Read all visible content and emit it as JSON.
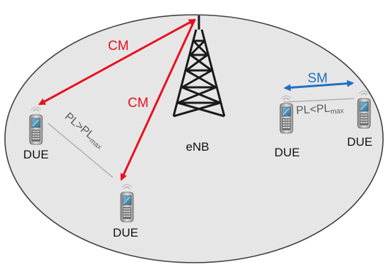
{
  "diagram": {
    "nodes": {
      "enb": {
        "label": "eNB"
      },
      "due_left": {
        "label": "DUE"
      },
      "due_bottom": {
        "label": "DUE"
      },
      "due_right1": {
        "label": "DUE"
      },
      "due_right2": {
        "label": "DUE"
      }
    },
    "links": {
      "cm_top": {
        "label": "CM",
        "color": "#e8101e"
      },
      "cm_bottom": {
        "label": "CM",
        "color": "#e8101e"
      },
      "sm": {
        "label": "SM",
        "color": "#1f6fc0"
      },
      "pl_greater": {
        "label_main": "PL>PL",
        "label_sub": "max",
        "color": "#a6a6a6"
      },
      "pl_less": {
        "label_main": "PL<PL",
        "label_sub": "max",
        "color": "#a6a6a6"
      }
    },
    "colors": {
      "cell_fill": "#e7e6e6",
      "cell_stroke": "#404040",
      "tower": "#1a1a1a"
    }
  }
}
